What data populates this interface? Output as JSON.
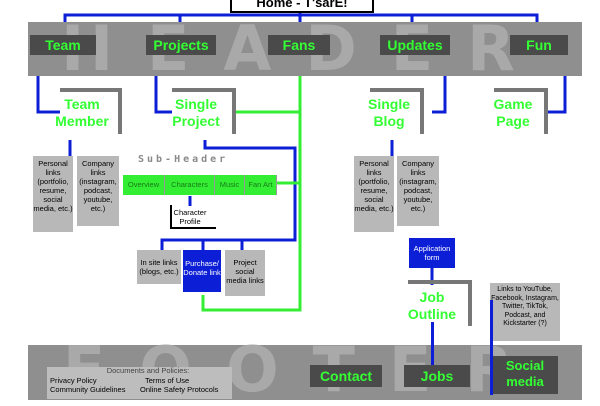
{
  "title": "Home - T'sarE!",
  "header_watermark": "HEADER",
  "footer_watermark": "FOOTER",
  "nav": {
    "team": "Team",
    "projects": "Projects",
    "fans": "Fans",
    "updates": "Updates",
    "fun": "Fun"
  },
  "pages": {
    "team_member": "Team Member",
    "single_project": "Single Project",
    "single_blog": "Single Blog",
    "game_page": "Game Page",
    "job_outline": "Job Outline"
  },
  "team_links": {
    "personal": "Personal links (portfolio, resume, social media, etc.)",
    "company": "Company links (instagram, podcast, youtube, etc.)"
  },
  "blog_links": {
    "personal": "Personal links (portfolio, resume, social media, etc.)",
    "company": "Company links (instagram, podcast, youtube, etc.)"
  },
  "subheader": {
    "label": "Sub-Header",
    "tabs": [
      "Overview",
      "Characters",
      "Music",
      "Fan Art"
    ]
  },
  "character_profile": "Character Profile",
  "project_links": {
    "in_site": "In site links (blogs, etc.)",
    "purchase": "Purchase/ Donate link",
    "social": "Project social media links"
  },
  "application_form": "Application form",
  "social_links_note": "Links to YouTube, Facebook, Instagram, Twitter, TikTok, Podcast, and Kickstarter (?)",
  "footer": {
    "documents_title": "Documents and Policies:",
    "privacy": "Privacy Policy",
    "terms": "Terms of Use",
    "guidelines": "Community Guidelines",
    "safety": "Online Safety Protocols",
    "contact": "Contact",
    "jobs": "Jobs",
    "social_media": "Social media"
  },
  "colors": {
    "green": "#33ff33",
    "blue": "#0d1fd6",
    "band": "#8f8f8f",
    "dark": "#4a4a4a"
  }
}
